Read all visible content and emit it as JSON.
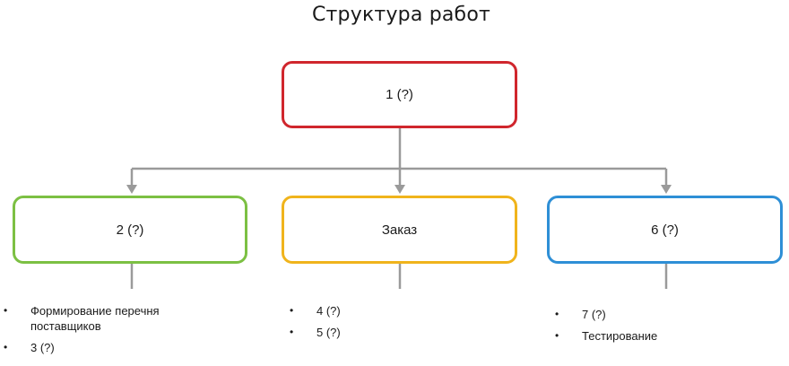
{
  "title": "Структура работ",
  "colors": {
    "root_border": "#d0262d",
    "left_border": "#7cc043",
    "mid_border": "#f0b41c",
    "right_border": "#2e8fd6",
    "connector": "#9a9a9a"
  },
  "nodes": {
    "root": {
      "label": "1 (?)"
    },
    "left": {
      "label": "2 (?)",
      "items": [
        "Формирование перечня поставщиков",
        "3 (?)"
      ]
    },
    "middle": {
      "label": "Заказ",
      "items": [
        "4 (?)",
        "5 (?)"
      ]
    },
    "right": {
      "label": "6 (?)",
      "items": [
        "7 (?)",
        "Тестирование"
      ]
    }
  }
}
